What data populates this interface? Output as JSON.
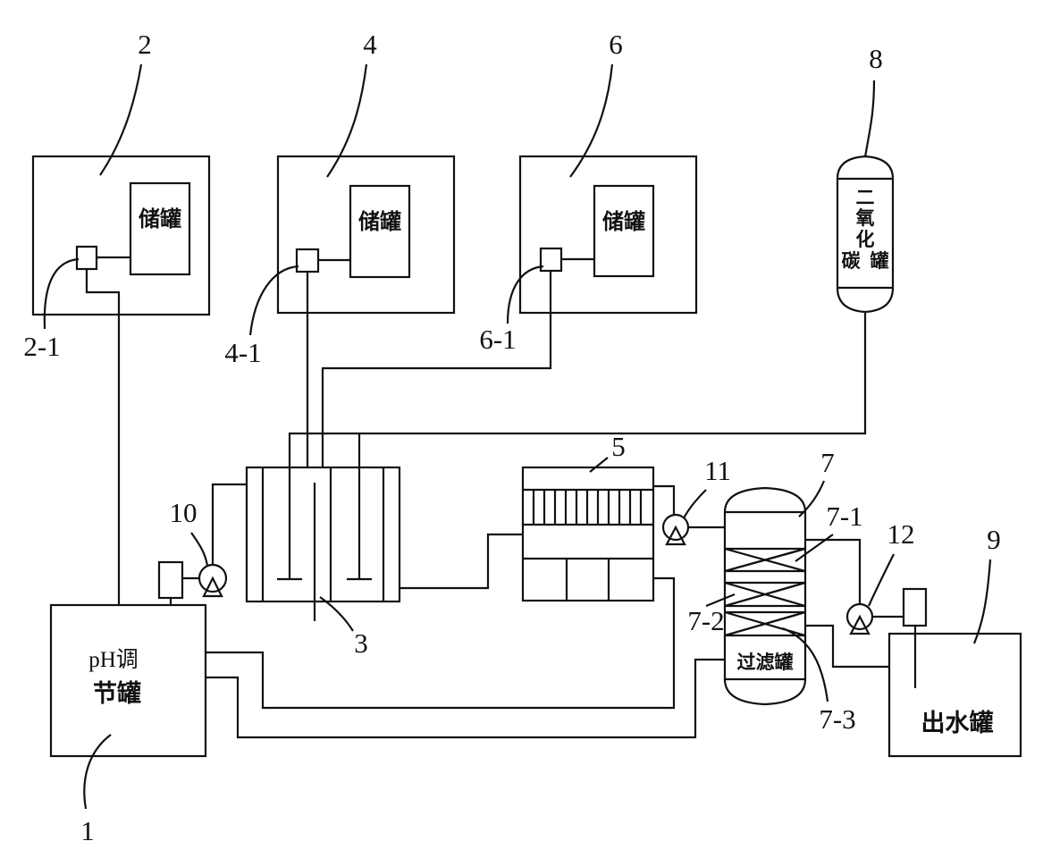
{
  "labels": {
    "n1": "1",
    "n2": "2",
    "n2_1": "2-1",
    "n3": "3",
    "n4": "4",
    "n4_1": "4-1",
    "n5": "5",
    "n6": "6",
    "n6_1": "6-1",
    "n7": "7",
    "n7_1": "7-1",
    "n7_2": "7-2",
    "n7_3": "7-3",
    "n8": "8",
    "n9": "9",
    "n10": "10",
    "n11": "11",
    "n12": "12"
  },
  "text": {
    "storage_tank": "储罐",
    "co2_tank_lines": [
      "二",
      "氧",
      "化",
      "碳",
      "罐"
    ],
    "ph_tank_line1": "pH调",
    "ph_tank_line2": "节罐",
    "filter_tank": "过滤罐",
    "outlet_tank": "出水罐"
  },
  "colors": {
    "stroke": "#111111",
    "background": "#ffffff"
  }
}
